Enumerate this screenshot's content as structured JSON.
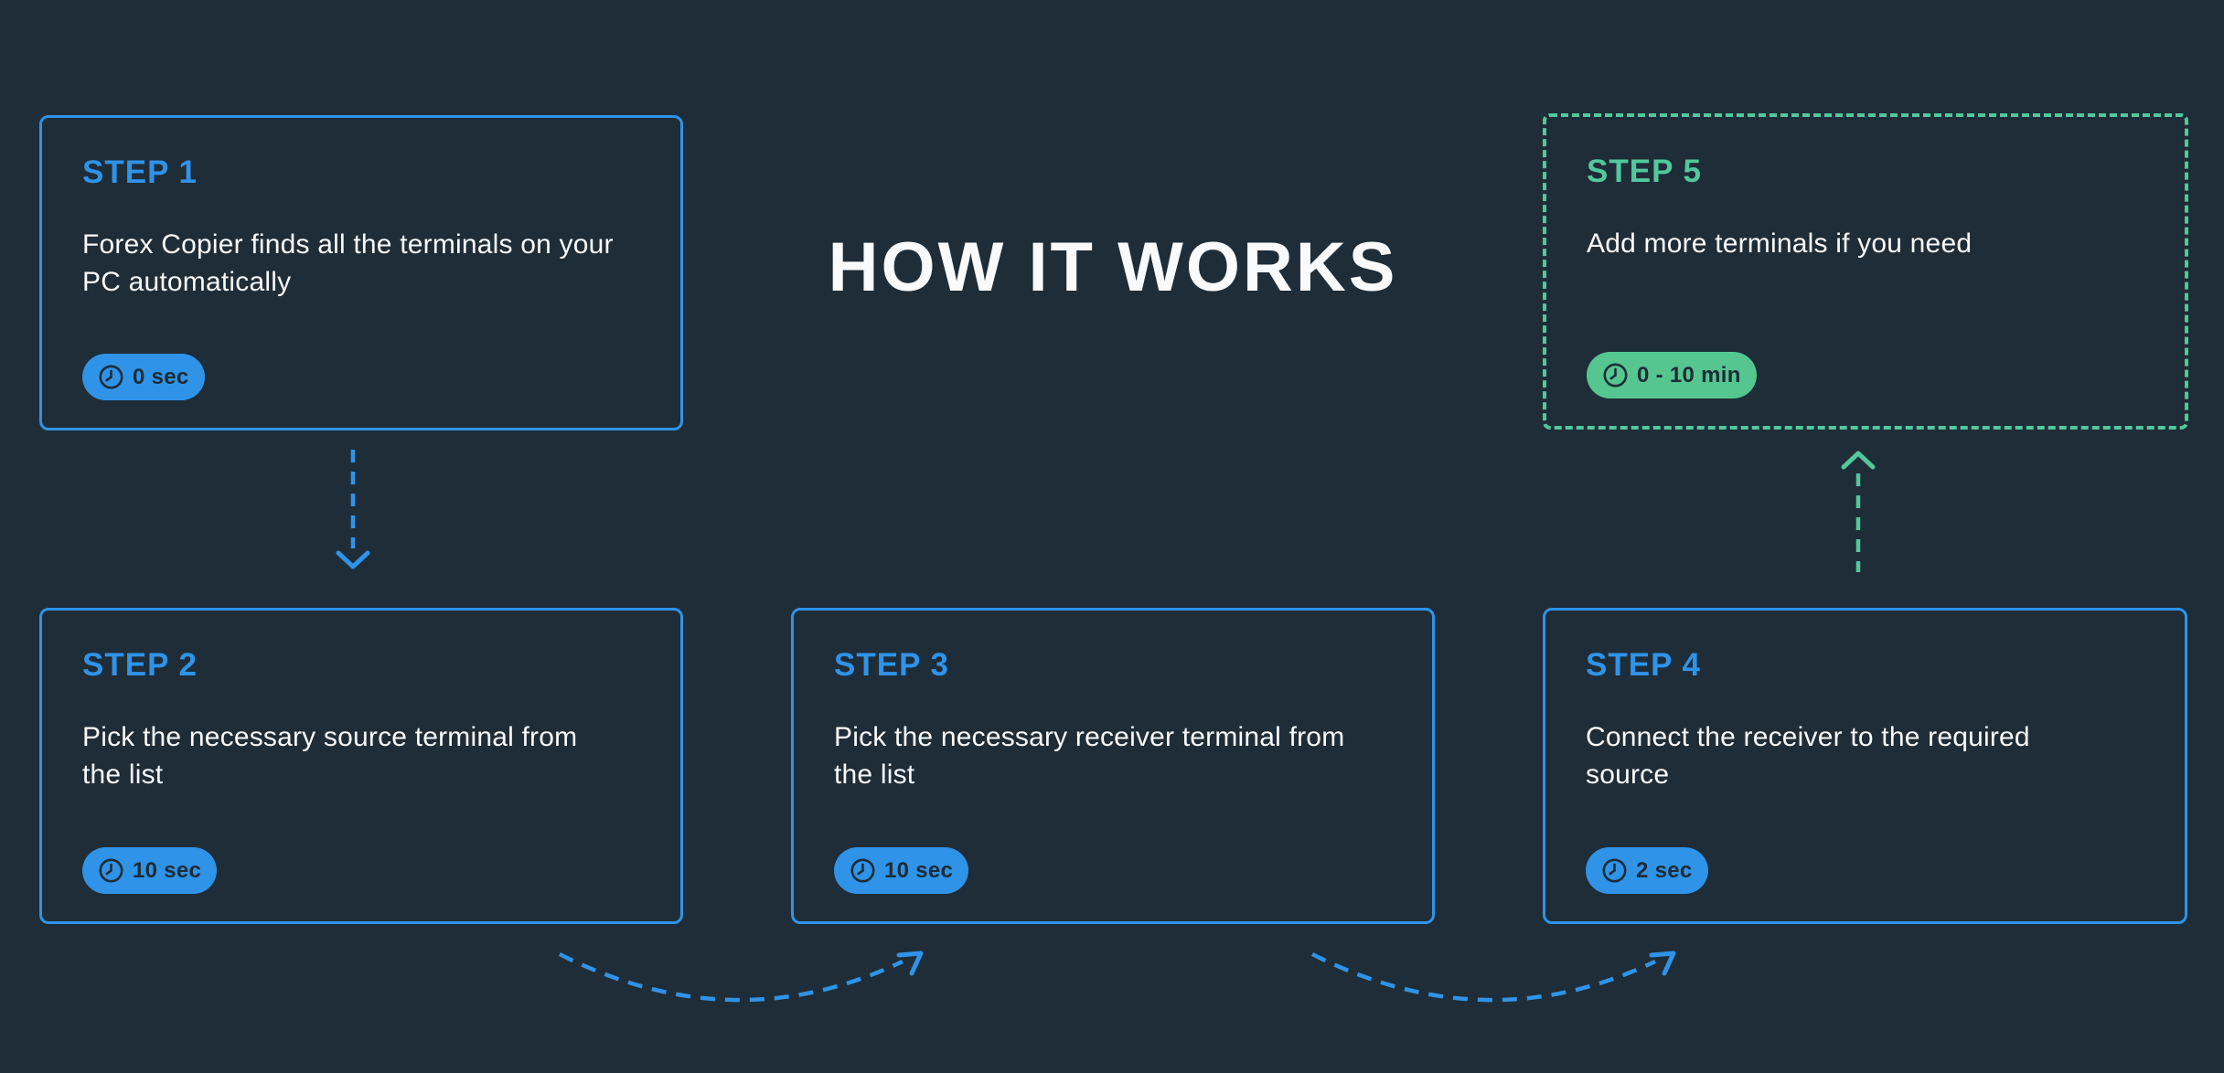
{
  "title": "HOW IT WORKS",
  "colors": {
    "background": "#1e2d38",
    "accent_blue": "#2f93e8",
    "accent_green": "#52c89c",
    "badge_green": "#55c690",
    "text_light": "#f8fafb",
    "text_dark": "#1d2c35"
  },
  "icons": {
    "duration": "clock-icon"
  },
  "steps": [
    {
      "label": "STEP 1",
      "description": "Forex Copier finds all the terminals on your\nPC automatically",
      "duration": "0 sec",
      "style": "blue"
    },
    {
      "label": "STEP 2",
      "description": "Pick the necessary source terminal from\nthe list",
      "duration": "10 sec",
      "style": "blue"
    },
    {
      "label": "STEP 3",
      "description": "Pick the necessary receiver terminal from\nthe list",
      "duration": "10 sec",
      "style": "blue"
    },
    {
      "label": "STEP 4",
      "description": "Connect the receiver to the required\nsource",
      "duration": "2 sec",
      "style": "blue"
    },
    {
      "label": "STEP 5",
      "description": "Add more terminals if you need",
      "duration": "0 - 10 min",
      "style": "green"
    }
  ],
  "arrows": [
    {
      "name": "step1-to-step2",
      "direction": "down",
      "style": "dashed",
      "color": "#2f93e8"
    },
    {
      "name": "step2-to-step3",
      "direction": "curve-up-right",
      "style": "dashed",
      "color": "#2f93e8"
    },
    {
      "name": "step3-to-step4",
      "direction": "curve-up-right",
      "style": "dashed",
      "color": "#2f93e8"
    },
    {
      "name": "step4-to-step5",
      "direction": "up",
      "style": "dashed",
      "color": "#52c89c"
    }
  ]
}
